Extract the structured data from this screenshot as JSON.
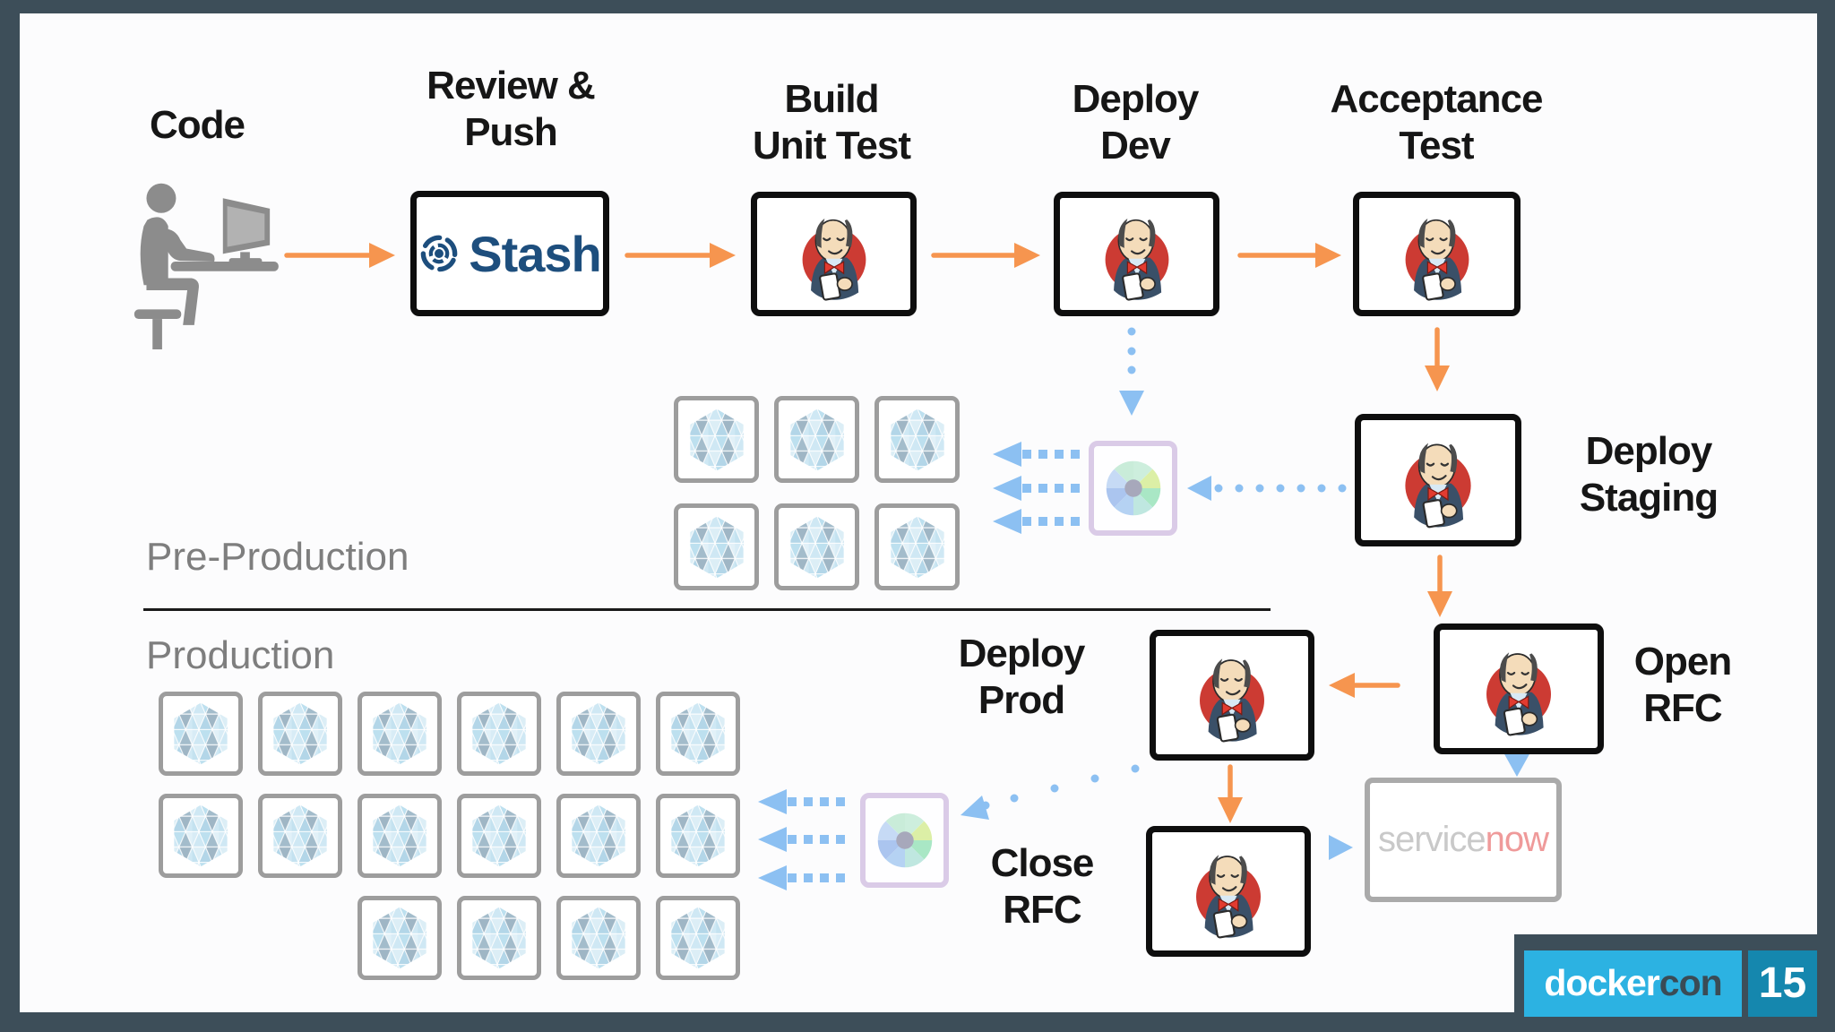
{
  "slide": {
    "steps": {
      "code": "Code",
      "review": [
        "Review &",
        "Push"
      ],
      "build": [
        "Build",
        "Unit Test"
      ],
      "deploy_dev": [
        "Deploy",
        "Dev"
      ],
      "acceptance": [
        "Acceptance",
        "Test"
      ],
      "deploy_staging": [
        "Deploy",
        "Staging"
      ],
      "open_rfc": [
        "Open",
        "RFC"
      ],
      "deploy_prod": [
        "Deploy",
        "Prod"
      ],
      "close_rfc": [
        "Close",
        "RFC"
      ]
    },
    "sections": {
      "pre_production": {
        "label": "Pre-Production",
        "cluster_count": 6
      },
      "production": {
        "label": "Production",
        "cluster_count": 16
      }
    },
    "logos": {
      "stash": "Stash",
      "servicenow": {
        "gray": "service",
        "accent": "now"
      },
      "dockercon": {
        "light": "docker",
        "dark": "con",
        "badge": "15"
      }
    },
    "icons": {
      "jenkins": "jenkins-butler-icon",
      "person": "person-at-desk-icon",
      "cluster": "hexagon-cluster-icon",
      "disc": "release-disc-icon"
    },
    "colors": {
      "frame": "#3d4e59",
      "accent_orange": "#f6954f",
      "arrow_blue": "#8cc0f2",
      "stash_blue": "#1d4e7d",
      "jenkins_red": "#cc3b33",
      "gray_label": "#7e7e7e",
      "cluster_border": "#9d9d9d",
      "disc_border": "#dacbe7",
      "servicenow_gray": "#c9c9c9",
      "servicenow_pink": "#ef9a9a",
      "docker_light_blue": "#2cb2e2",
      "docker_badge_blue": "#1587ae"
    }
  }
}
